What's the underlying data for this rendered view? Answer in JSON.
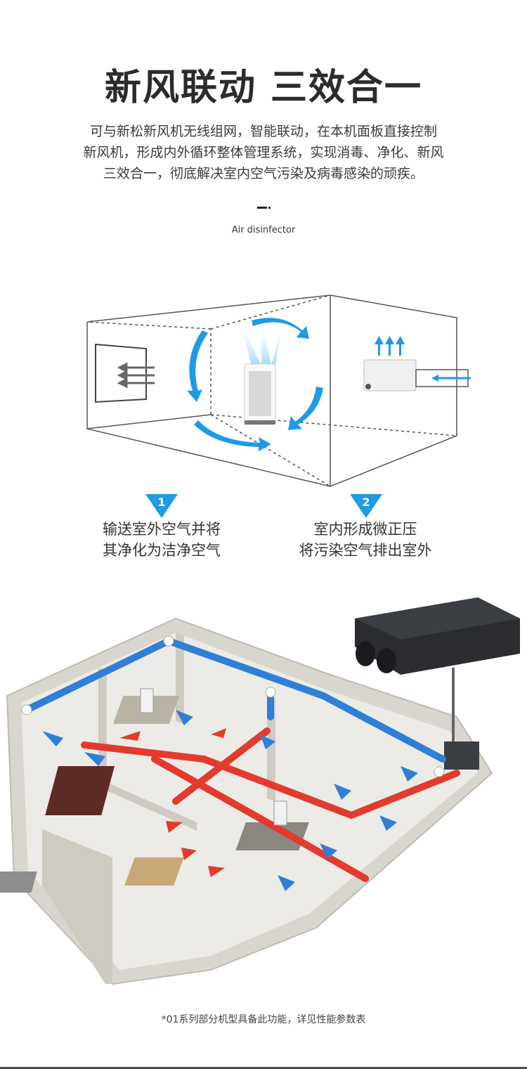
{
  "header": {
    "title": "新风联动 三效合一",
    "description_lines": [
      "可与新松新风机无线组网，智能联动，在本机面板直接控制",
      "新风机，形成内外循环整体管理系统，实现消毒、净化、新风",
      "三效合一，彻底解决室内空气污染及病毒感染的顽疾。"
    ],
    "subtitle": "Air disinfector"
  },
  "steps": [
    {
      "number": "1",
      "lines": [
        "输送室外空气并将",
        "其净化为洁净空气"
      ]
    },
    {
      "number": "2",
      "lines": [
        "室内形成微正压",
        "将污染空气排出室外"
      ]
    }
  ],
  "footnote": "*01系列部分机型具备此功能，详见性能参数表",
  "colors": {
    "accent_blue": "#1e9be3",
    "accent_red": "#e23b2e",
    "title_text": "#2b2b2b",
    "body_text": "#3a3a3a"
  },
  "icons": [
    "airflow-arrow-icon",
    "air-purifier-icon",
    "fresh-air-unit-icon",
    "triangle-badge-icon"
  ]
}
